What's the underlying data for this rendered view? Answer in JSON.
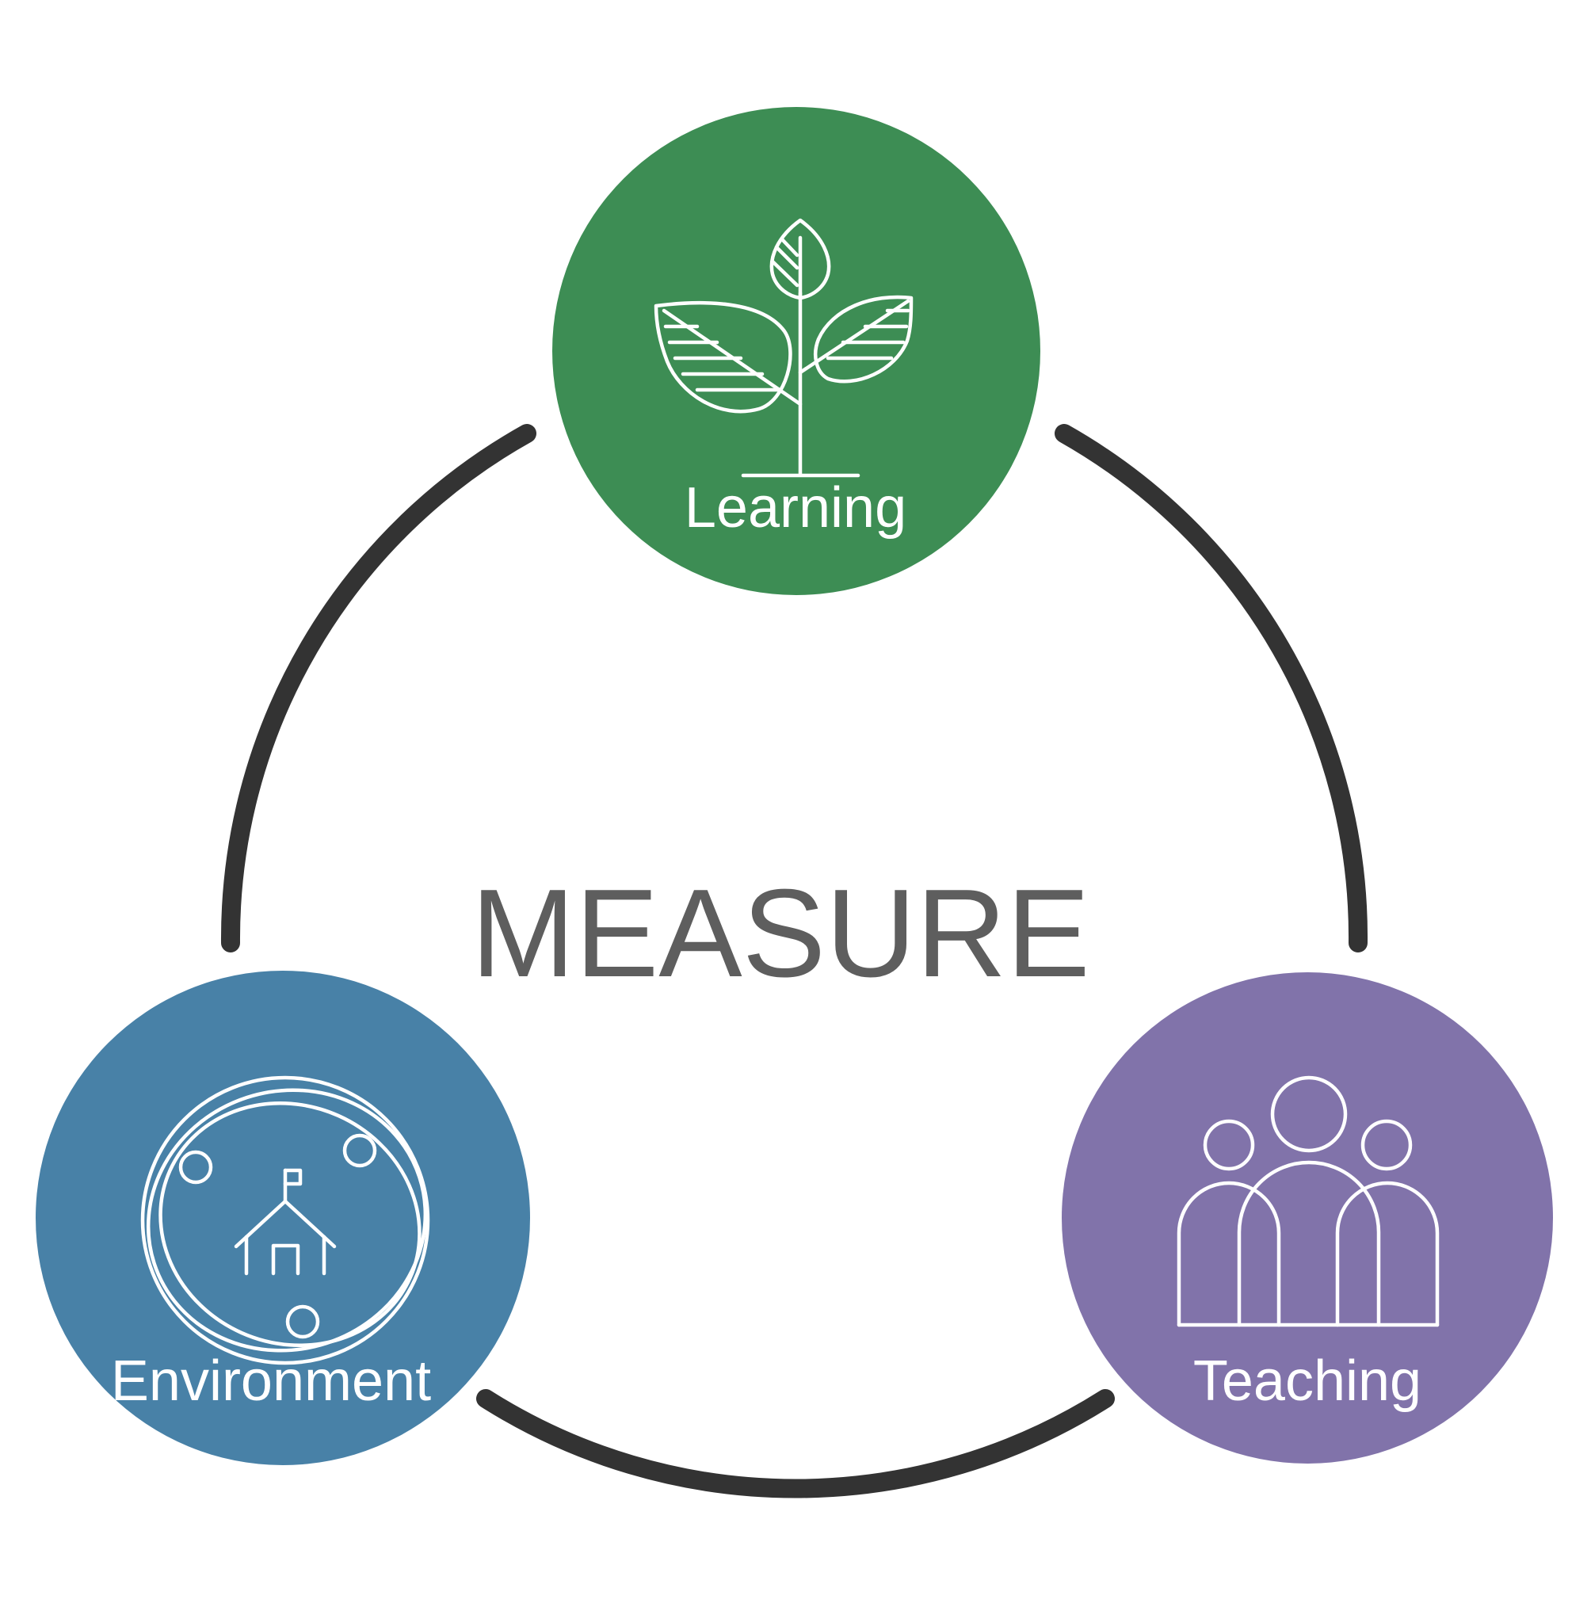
{
  "center_title": "MEASURE",
  "nodes": [
    {
      "label": "Learning",
      "icon": "plant-sprout-icon",
      "color": "#3d8d54"
    },
    {
      "label": "Teaching",
      "icon": "group-of-people-icon",
      "color": "#8173aa"
    },
    {
      "label": "Environment",
      "icon": "school-globe-network-icon",
      "color": "#4881a7"
    }
  ],
  "colors": {
    "ring": "#333333",
    "center_title": "#5e5e5e",
    "background": "#ffffff"
  }
}
